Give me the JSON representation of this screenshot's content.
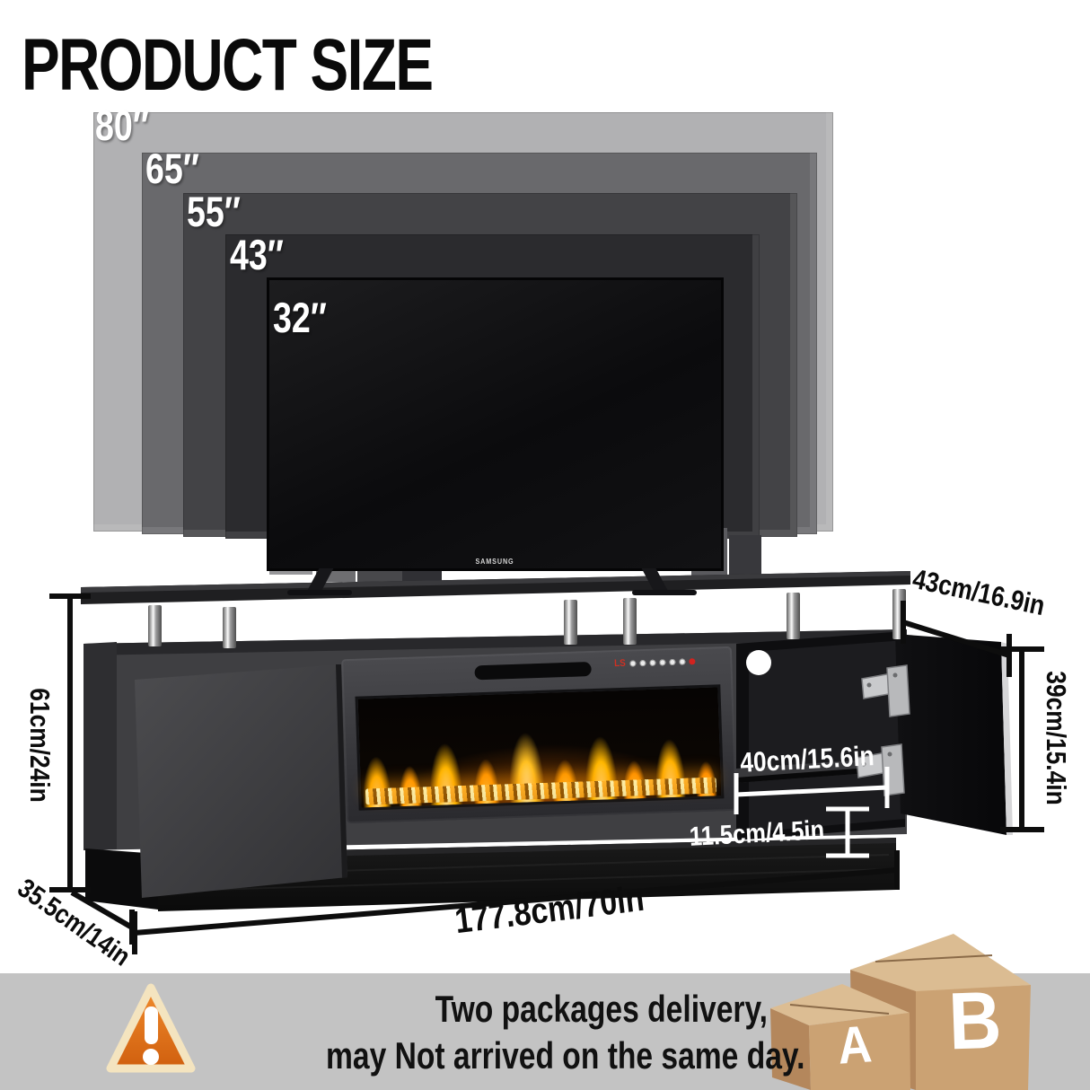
{
  "title": "PRODUCT SIZE",
  "tv_sizes": [
    "80″",
    "65″",
    "55″",
    "43″",
    "32″"
  ],
  "tv_brand": "SAMSUNG",
  "fireplace": {
    "indicator": "LS"
  },
  "dims": {
    "shelf_depth": "43cm/16.9in",
    "cabinet_height": "39cm/15.4in",
    "total_height": "61cm/24in",
    "base_depth": "35.5cm/14in",
    "total_width": "177.8cm/70in",
    "compartment_width": "40cm/15.6in",
    "base_height": "11.5cm/4.5in"
  },
  "notice": {
    "warning_glyph": "!",
    "line1": "Two packages delivery,",
    "line2": "may Not arrived on the same day."
  },
  "packages": [
    "A",
    "B"
  ],
  "colors": {
    "warning_orange": "#e2741e",
    "banner_gray": "#c3c3c3",
    "flame_orange": "#ffae00",
    "cardboard_tan": "#cba273",
    "led_red": "#d2231f"
  }
}
